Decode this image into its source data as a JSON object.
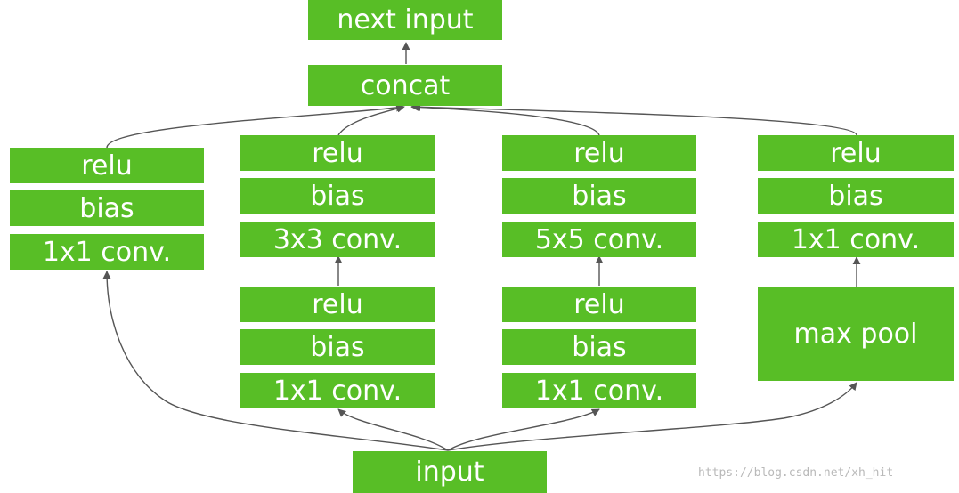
{
  "colors": {
    "box": "#58be26",
    "text": "#ffffff",
    "edge": "#555555"
  },
  "nodes": {
    "next_input": "next input",
    "concat": "concat",
    "input": "input",
    "b1_relu": "relu",
    "b1_bias": "bias",
    "b1_conv": "1x1 conv.",
    "b2_relu_top": "relu",
    "b2_bias_top": "bias",
    "b2_conv_top": "3x3 conv.",
    "b2_relu_bot": "relu",
    "b2_bias_bot": "bias",
    "b2_conv_bot": "1x1 conv.",
    "b3_relu_top": "relu",
    "b3_bias_top": "bias",
    "b3_conv_top": "5x5 conv.",
    "b3_relu_bot": "relu",
    "b3_bias_bot": "bias",
    "b3_conv_bot": "1x1 conv.",
    "b4_relu": "relu",
    "b4_bias": "bias",
    "b4_conv": "1x1 conv.",
    "b4_pool": "max pool"
  },
  "watermark": "https://blog.csdn.net/xh_hit"
}
